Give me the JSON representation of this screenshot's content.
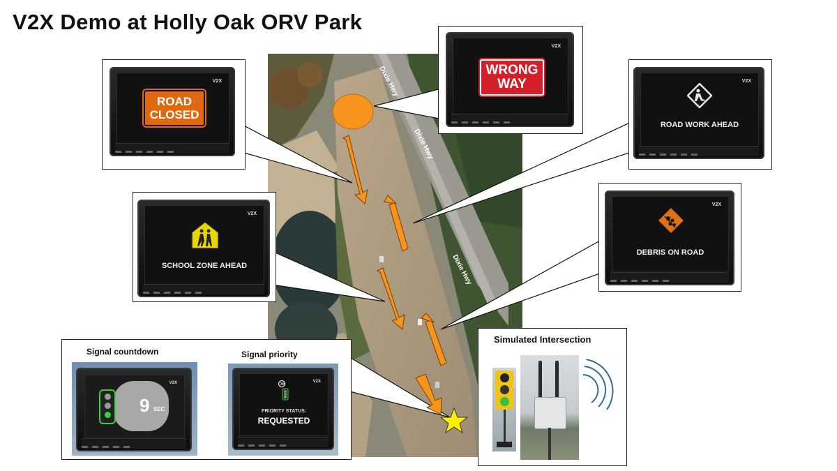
{
  "title": "V2X Demo at Holly Oak ORV Park",
  "map": {
    "road_labels": [
      "Dixie Hwy",
      "Dixie Hwy",
      "Dixie Hwy"
    ]
  },
  "callouts": {
    "road_closed": {
      "sign_text": [
        "ROAD",
        "CLOSED"
      ],
      "logo": "V2X"
    },
    "wrong_way": {
      "sign_text": [
        "WRONG",
        "WAY"
      ],
      "logo": "V2X"
    },
    "road_work": {
      "caption": "ROAD WORK AHEAD",
      "icon": "road-work-icon",
      "logo": "V2X"
    },
    "school_zone": {
      "caption": "SCHOOL ZONE AHEAD",
      "icon": "school-zone-icon",
      "logo": "V2X"
    },
    "debris": {
      "caption": "DEBRIS ON ROAD",
      "icon": "debris-icon",
      "logo": "V2X"
    },
    "signals": {
      "countdown_label": "Signal countdown",
      "countdown_value": "9",
      "countdown_unit": "SEC",
      "priority_label": "Signal priority",
      "priority_status": "PRIORITY STATUS:",
      "priority_value": "REQUESTED",
      "logo": "V2X"
    },
    "intersection": {
      "label": "Simulated Intersection"
    }
  },
  "colors": {
    "arrow": "#f7941d",
    "start_marker": "#f7941d",
    "end_marker": "#ffef00",
    "road_closed_sign": "#e0680e",
    "wrong_way_sign": "#d4202a",
    "school_sign": "#e8d800",
    "signal_arc": "#2f6f8f"
  }
}
